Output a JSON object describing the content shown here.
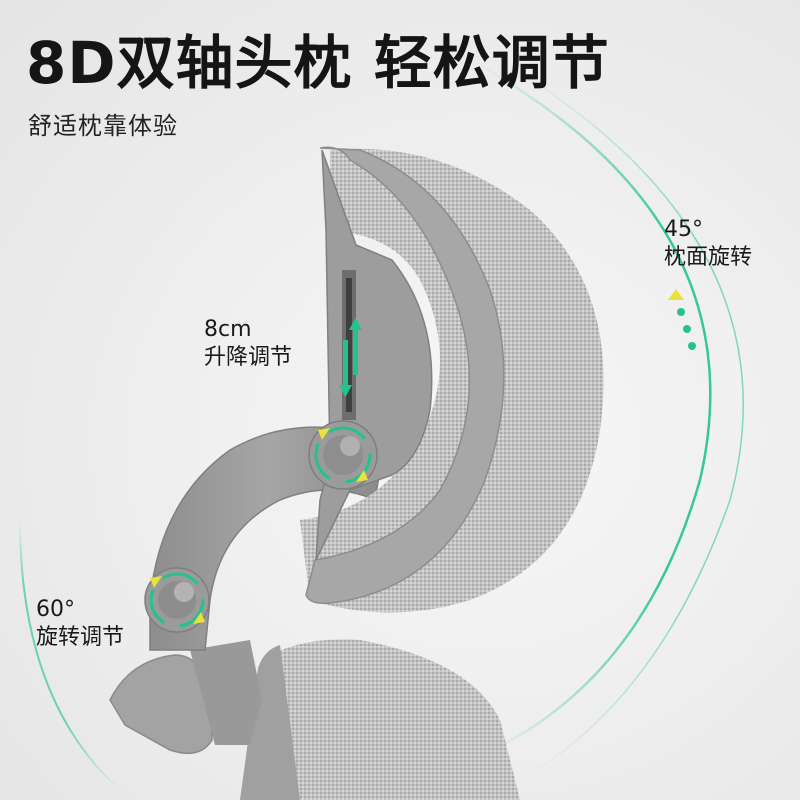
{
  "header": {
    "title": "8D双轴头枕 轻松调节",
    "subtitle": "舒适枕靠体验"
  },
  "callouts": {
    "tilt": {
      "angle": "45°",
      "text": "枕面旋转"
    },
    "height": {
      "value": "8cm",
      "text": "升降调节"
    },
    "rotate": {
      "angle": "60°",
      "text": "旋转调节"
    }
  },
  "icons": [
    "pivot-rotate-icon",
    "pivot-rotate-icon",
    "height-arrows-icon"
  ],
  "colors": {
    "accent_green": "#22c48a",
    "arrow_yellow": "#e9e23a",
    "frame_gray": "#9a9a9a",
    "mesh_gray": "#b9b9b9"
  }
}
